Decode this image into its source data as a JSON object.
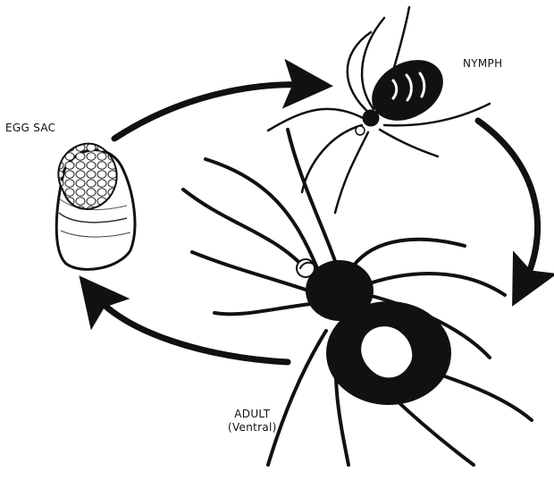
{
  "diagram": {
    "stages": [
      {
        "id": "egg-sac",
        "label": "EGG SAC"
      },
      {
        "id": "nymph",
        "label": "NYMPH"
      },
      {
        "id": "adult",
        "label": "ADULT",
        "sublabel": "(Ventral)"
      }
    ],
    "cycle_order": [
      "egg-sac",
      "nymph",
      "adult",
      "egg-sac"
    ],
    "colors": {
      "ink": "#111111",
      "paper": "#ffffff"
    }
  }
}
